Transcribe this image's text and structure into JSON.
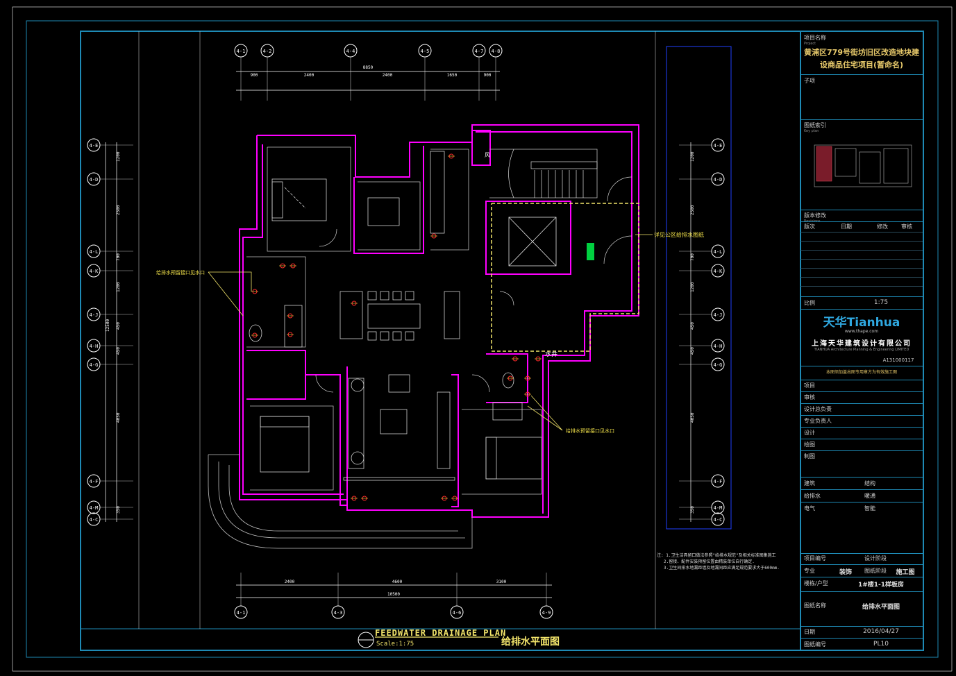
{
  "drawing": {
    "title_en": "FEEDWATER DRAINAGE  PLAN",
    "scale_label": "Scale:1:75",
    "title_cn": "给排水平面图"
  },
  "axes": {
    "top": [
      "4-1",
      "4-2",
      "4-4",
      "4-5",
      "4-7",
      "4-8"
    ],
    "bottom": [
      "4-1",
      "4-3",
      "4-6",
      "4-9"
    ],
    "left": [
      "4-E",
      "4-D",
      "4-L",
      "4-K",
      "4-J",
      "4-H",
      "4-G",
      "4-F",
      "4-M",
      "4-C"
    ],
    "right": [
      "4-E",
      "4-D",
      "4-L",
      "4-K",
      "4-J",
      "4-H",
      "4-G",
      "4-F",
      "4-M",
      "4-C"
    ]
  },
  "dims": {
    "top_segments": [
      "900",
      "2400",
      "2400",
      "1650",
      "900"
    ],
    "top_total": "8850",
    "bottom_segments": [
      "2400",
      "4600",
      "3100"
    ],
    "bottom_total": "10500",
    "left_segments": [
      "1200",
      "2500",
      "700",
      "1200",
      "450",
      "450",
      "4050",
      "350"
    ],
    "left_total": "12500"
  },
  "room_labels": {
    "water_well": "水井",
    "wind": "风"
  },
  "callouts": {
    "left": "给排水预留接口见水口",
    "right": "给排水预留接口见水口",
    "public": "详见公区给排水图纸"
  },
  "notes": [
    "注: 1.卫生洁具留口做法参照\"给排水规范\"及相关标准图集施工",
    "2.留接、配件安装预留位置由精装单位自行确定.",
    "3.卫生间排水地漏距墙及地漏间距应满足规范要求大于600mm."
  ],
  "title_block": {
    "project_label": "项目名称",
    "project_label_en": "Project",
    "project_name_line1": "黄浦区779号街坊旧区改造地块建",
    "project_name_line2": "设商品住宅项目(暂命名)",
    "sub_label": "子项",
    "keyplan_label": "图纸索引",
    "keyplan_label_en": "Key plan",
    "revision_label": "版本修改",
    "revision_label_en": "Revisions",
    "rev_cols": [
      "版次",
      "日期",
      "修改",
      "审核"
    ],
    "scale_label": "比例",
    "scale_value": "1:75",
    "brand": "天华Tianhua",
    "brand_url": "www.thape.com",
    "company_cn": "上海天华建筑设计有限公司",
    "company_en": "TIANHUA Architecture Planning & Engineering LIMITED",
    "cert_no": "A131000117",
    "stamp_note": "本图须加盖出图专用章方为有效施工图",
    "roles": [
      "项目",
      "审核",
      "设计总负责",
      "专业负责人",
      "设计",
      "绘图",
      "制图"
    ],
    "disciplines": [
      "建筑",
      "结构",
      "给排水",
      "暖通",
      "电气",
      "智能"
    ],
    "job_no_label": "项目编号",
    "design_stage_label": "设计阶段",
    "specialty_label": "专业",
    "specialty_value": "装饰",
    "stage_label": "图纸阶段",
    "stage_value": "施工图",
    "sub_item_label": "楼栋/户型",
    "sub_item_value": "1#楼1-1样板房",
    "drawing_name_label": "图纸名称",
    "drawing_name_value": "给排水平面图",
    "date_label": "日期",
    "date_value": "2016/04/27",
    "drawing_no_label": "图纸编号",
    "drawing_no_value": "PL10"
  },
  "colors": {
    "frame": "#1e8ab5",
    "wall": "#ff00ff",
    "furniture": "#cfcfcf",
    "dim": "#ffffff",
    "highlight": "#f3e56b",
    "red_fixture": "#ff2a2a"
  }
}
